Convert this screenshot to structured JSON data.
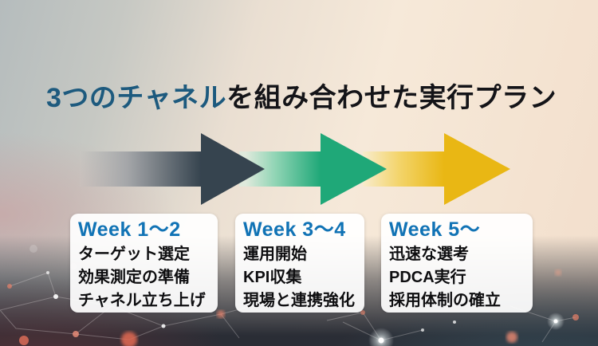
{
  "slide": {
    "title": {
      "highlight": "3つのチャネル",
      "rest": "を組み合わせた実行プラン"
    },
    "arrows": [
      {
        "name": "phase-1-arrow",
        "color": "#36444f"
      },
      {
        "name": "phase-2-arrow",
        "color": "#1fa878"
      },
      {
        "name": "phase-3-arrow",
        "color": "#e9b714"
      }
    ],
    "columns": [
      {
        "week": "Week 1〜2",
        "items": [
          "ターゲット選定",
          "効果測定の準備",
          "チャネル立ち上げ"
        ]
      },
      {
        "week": "Week 3〜4",
        "items": [
          "運用開始",
          "KPI収集",
          "現場と連携強化"
        ]
      },
      {
        "week": "Week 5〜",
        "items": [
          "迅速な選考",
          "PDCA実行",
          "採用体制の確立"
        ]
      }
    ],
    "colors": {
      "title_highlight": "#1d5a7e",
      "title_rest": "#141418",
      "week_label": "#1173b5",
      "body_text": "#0e0e10",
      "card_background": "#ffffff"
    }
  }
}
